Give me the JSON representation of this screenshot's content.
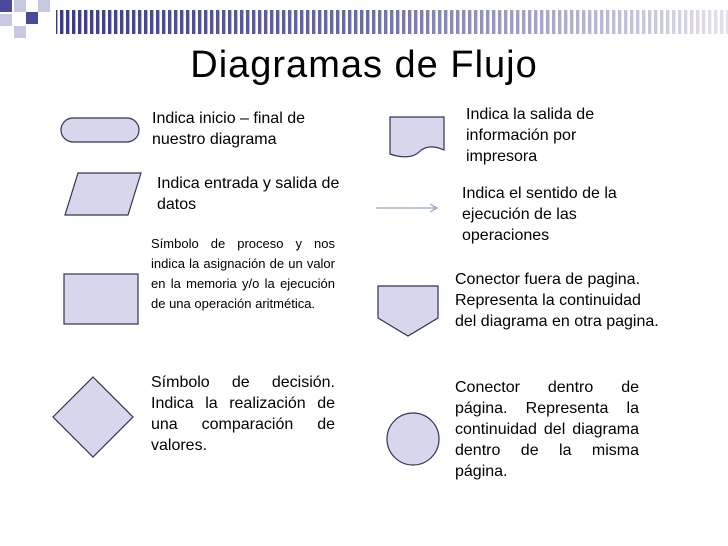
{
  "slide": {
    "title": "Diagramas de Flujo",
    "shape_fill": "#d6d6ec",
    "shape_stroke": "#333355",
    "arrow_color": "#8aa8c4"
  },
  "symbols": [
    {
      "shape": "terminal-oval",
      "text": "Indica inicio – final de nuestro diagrama"
    },
    {
      "shape": "parallelogram",
      "text": "Indica entrada y salida de datos"
    },
    {
      "shape": "rectangle",
      "text": "Símbolo de proceso y nos indica la asignación de un valor en la memoria y/o la ejecución de una operación aritmética."
    },
    {
      "shape": "diamond",
      "text": "Símbolo de decisión. Indica la realización de una comparación de valores."
    },
    {
      "shape": "document",
      "text": "Indica la salida de información por impresora"
    },
    {
      "shape": "arrow",
      "text": "Indica el sentido de la ejecución de las operaciones"
    },
    {
      "shape": "off-page-connector",
      "text": "Conector fuera de pagina. Representa la continuidad del diagrama en otra pagina."
    },
    {
      "shape": "circle",
      "text": "Conector dentro de página. Representa la continuidad del diagrama dentro de la misma página."
    }
  ]
}
